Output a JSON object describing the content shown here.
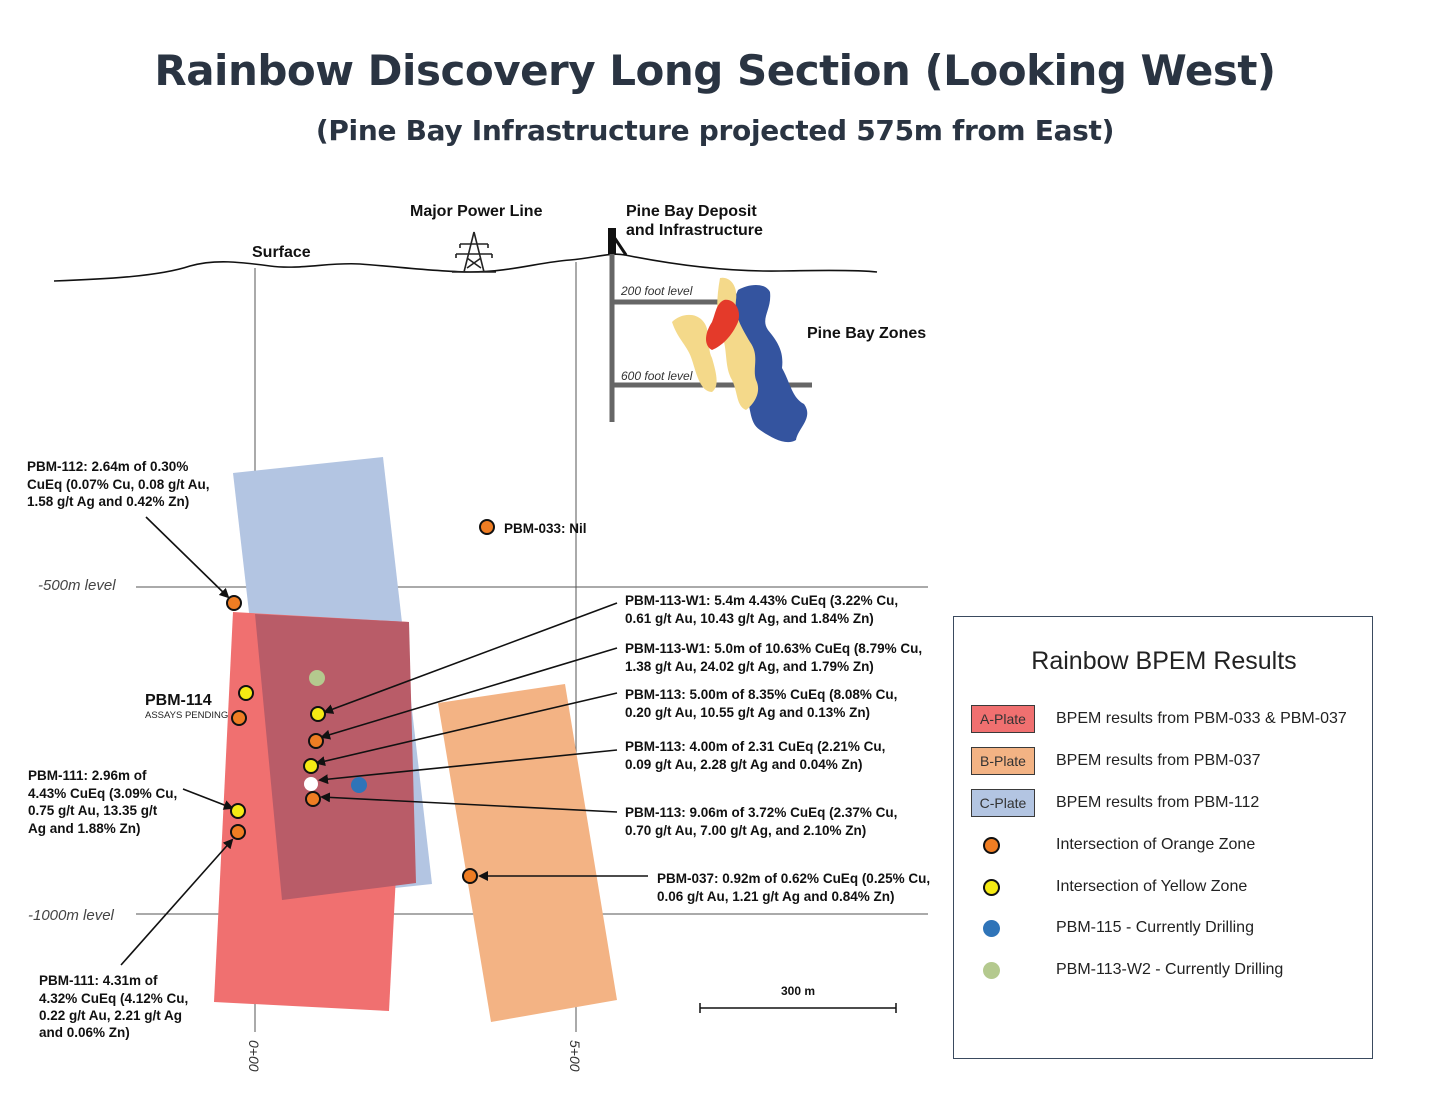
{
  "title": "Rainbow Discovery Long Section (Looking West)",
  "subtitle": "(Pine Bay Infrastructure projected 575m from East)",
  "surface": {
    "surface_label": "Surface",
    "power_line_label": "Major Power Line",
    "pine_bay_label_line1": "Pine Bay Deposit",
    "pine_bay_label_line2": "and Infrastructure",
    "foot_level_200": "200 foot level",
    "foot_level_600": "600 foot level",
    "zones_label": "Pine Bay Zones"
  },
  "levels": {
    "level_500": "-500m level",
    "level_1000": "-1000m level"
  },
  "grid": {
    "easting_0": "0+00",
    "easting_5": "5+00"
  },
  "scale_bar": "300 m",
  "pbm114": {
    "name": "PBM-114",
    "status": "ASSAYS PENDING"
  },
  "annotations": {
    "pbm112": [
      "PBM-112: 2.64m of 0.30%",
      "CuEq (0.07% Cu, 0.08 g/t Au,",
      "1.58 g/t Ag and 0.42% Zn)"
    ],
    "pbm033": "PBM-033: Nil",
    "pbm113w1_a": [
      "PBM-113-W1: 5.4m 4.43% CuEq (3.22% Cu,",
      "0.61 g/t Au, 10.43 g/t Ag, and 1.84% Zn)"
    ],
    "pbm113w1_b": [
      "PBM-113-W1: 5.0m of 10.63% CuEq (8.79% Cu,",
      "1.38 g/t Au, 24.02 g/t Ag, and 1.79% Zn)"
    ],
    "pbm113_a": [
      "PBM-113: 5.00m of 8.35% CuEq (8.08% Cu,",
      "0.20 g/t Au, 10.55 g/t Ag and 0.13% Zn)"
    ],
    "pbm113_b": [
      "PBM-113: 4.00m of 2.31 CuEq (2.21% Cu,",
      "0.09 g/t Au, 2.28 g/t Ag and 0.04% Zn)"
    ],
    "pbm113_c": [
      "PBM-113: 9.06m of 3.72% CuEq (2.37% Cu,",
      "0.70 g/t Au, 7.00 g/t Ag, and 2.10% Zn)"
    ],
    "pbm037": [
      "PBM-037: 0.92m of 0.62% CuEq (0.25% Cu,",
      "0.06 g/t Au, 1.21 g/t Ag and 0.84% Zn)"
    ],
    "pbm111_a": [
      "PBM-111: 2.96m of",
      "4.43% CuEq (3.09% Cu,",
      "0.75 g/t Au, 13.35 g/t",
      "Ag and 1.88% Zn)"
    ],
    "pbm111_b": [
      "PBM-111: 4.31m of",
      "4.32% CuEq (4.12% Cu,",
      "0.22 g/t Au, 2.21 g/t Ag",
      "and 0.06% Zn)"
    ]
  },
  "legend": {
    "title": "Rainbow BPEM Results",
    "items": [
      {
        "swatch": "A-Plate",
        "text": "BPEM results from PBM-033 & PBM-037",
        "color": "#f07070"
      },
      {
        "swatch": "B-Plate",
        "text": "BPEM results from PBM-037",
        "color": "#f3b384"
      },
      {
        "swatch": "C-Plate",
        "text": "BPEM results from PBM-112",
        "color": "#b3c5e2"
      },
      {
        "swatch": "",
        "text": "Intersection of Orange Zone",
        "color": "#ef7d23"
      },
      {
        "swatch": "",
        "text": "Intersection of Yellow Zone",
        "color": "#f5ea14"
      },
      {
        "swatch": "",
        "text": "PBM-115 - Currently Drilling",
        "color": "#2f74b8"
      },
      {
        "swatch": "",
        "text": "PBM-113-W2 - Currently Drilling",
        "color": "#b4c98e"
      }
    ]
  },
  "colors": {
    "title": "#2a3442",
    "a_plate": "#f07070",
    "b_plate": "#f3b384",
    "c_plate": "#b3c5e2",
    "overlap": "#b95c68",
    "orange_zone": "#ef7d23",
    "yellow_zone": "#f5ea14",
    "pbm115": "#2f74b8",
    "pbm113w2": "#b4c98e",
    "pine_bay_blue": "#34549f",
    "pine_bay_yellow": "#f4d98a",
    "pine_bay_red": "#e43a2a"
  }
}
